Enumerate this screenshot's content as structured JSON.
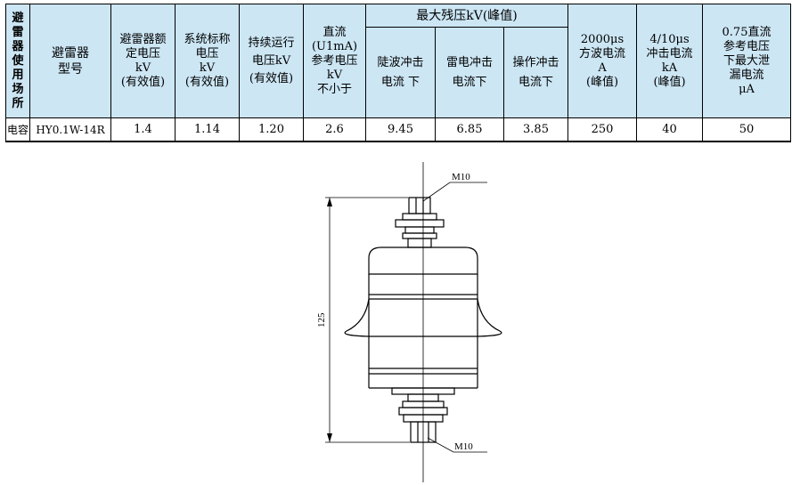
{
  "table": {
    "usage_header": "避雷器使用场所",
    "model_header": "避雷器型号",
    "rated_voltage": "避雷器额定电压kV(有效值)",
    "rated_voltage_lines": [
      "避雷器额",
      "定电压",
      "kV",
      "(有效值)"
    ],
    "system_voltage_lines": [
      "系统标称",
      "电压",
      "kV",
      "(有效值)"
    ],
    "continuous_voltage_lines": [
      "持续运行",
      "电压kV",
      "(有效值)"
    ],
    "dc_ref_voltage_lines": [
      "直流",
      "(U1mA)",
      "参考电压",
      "kV",
      "不小于"
    ],
    "residual_group": "最大残压kV(峰值)",
    "steep_wave_lines": [
      "陡波冲击",
      "电流 下"
    ],
    "lightning_lines": [
      "雷电冲击",
      "电流下"
    ],
    "switching_lines": [
      "操作冲击",
      "电流下"
    ],
    "square_wave_lines": [
      "2000μs",
      "方波电流",
      "A",
      "(峰值)"
    ],
    "impulse_current_lines": [
      "4/10μs",
      "冲击电流",
      "kA",
      "(峰值)"
    ],
    "leakage_lines": [
      "0.75直流",
      "参考电压",
      "下最大泄",
      "漏电流",
      "μA"
    ],
    "usage_chars": [
      "避",
      "雷",
      "器",
      "使",
      "用",
      "场",
      "所"
    ],
    "model_lines": [
      "避雷器",
      "型号"
    ],
    "rows": [
      {
        "usage": "电容",
        "model": "HY0.1W-14R",
        "rated_voltage": "1.4",
        "system_voltage": "1.14",
        "continuous_voltage": "1.20",
        "dc_ref_voltage": "2.6",
        "steep_wave": "9.45",
        "lightning": "6.85",
        "switching": "3.85",
        "square_wave": "250",
        "impulse_current": "40",
        "leakage": "50"
      }
    ]
  },
  "drawing": {
    "top_thread_label": "M10",
    "bottom_thread_label": "M10",
    "height_dimension": "125"
  }
}
